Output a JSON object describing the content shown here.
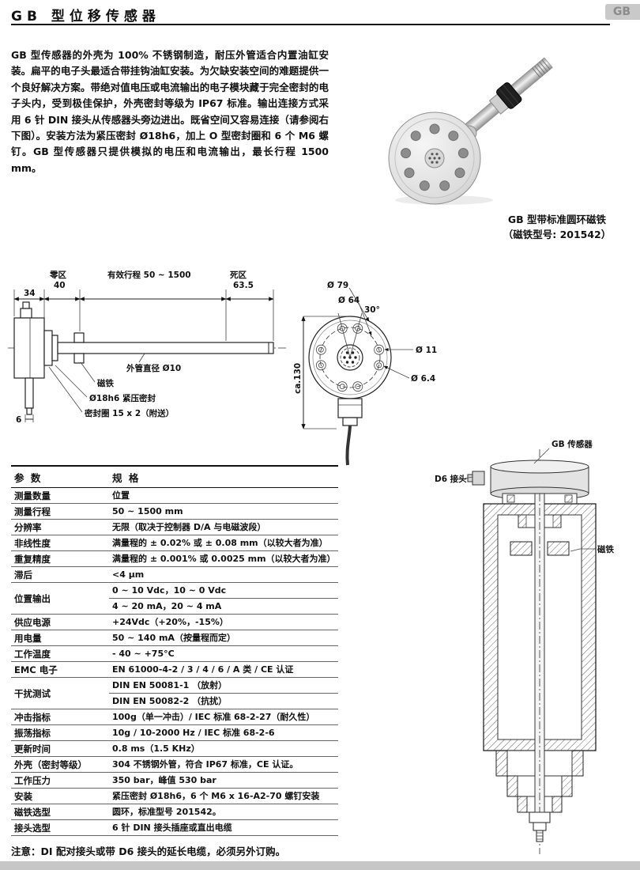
{
  "page": {
    "title": "GB 型位移传感器",
    "corner_tag": "GB",
    "intro": "GB 型传感器的外壳为 100% 不锈钢制造，耐压外管适合内置油缸安装。扁平的电子头最适合带挂钩油缸安装。为欠缺安装空间的难题提供一个良好解决方案。带绝对值电压或电流输出的电子模块藏于完全密封的电子头内，受到极佳保护，外壳密封等级为 IP67 标准。输出连接方式采用 6 针 DIN 接头从传感器头旁边进出。既省空间又容易连接（请参阅右下图）。安装方法为紧压密封 Ø18h6，加上 O 型密封圈和 6 个 M6 螺钉。GB 型传感器只提供模拟的电压和电流输出，最长行程 1500 mm。",
    "photo_caption_line1": "GB 型带标准圆环磁铁",
    "photo_caption_line2": "（磁铁型号: 201542）",
    "footnote": "注意：DI 配对接头或带 D6 接头的延长电缆，必须另外订购。"
  },
  "side_drawing": {
    "dim_34": "34",
    "zero_zone": "零区",
    "zero_zone_val": "40",
    "stroke_label": "有效行程 50 ~ 1500",
    "dead_zone": "死区",
    "dead_zone_val": "63.5",
    "tube_label": "外管直径 Ø10",
    "magnet_label": "磁铁",
    "seal_label": "Ø18h6 紧压密封",
    "oring_label": "密封圈 15 x 2（附送）",
    "dim_6": "6"
  },
  "front_drawing": {
    "d79": "Ø 79",
    "d64": "Ø 64",
    "angle": "30°",
    "d11": "Ø 11",
    "d6_4": "Ø 6.4",
    "height": "ca.130"
  },
  "section_drawing": {
    "sensor_label": "GB 传感器",
    "connector_label": "D6 接头",
    "magnet_label": "磁铁"
  },
  "spec_table": {
    "headers": [
      "参 数",
      "规 格"
    ],
    "rows": [
      {
        "param": "测量数量",
        "specs": [
          "位置"
        ]
      },
      {
        "param": "测量行程",
        "specs": [
          "50 ~ 1500 mm"
        ]
      },
      {
        "param": "分辨率",
        "specs": [
          "无限（取决于控制器 D/A 与电磁波段）"
        ]
      },
      {
        "param": "非线性度",
        "specs": [
          "满量程的 ± 0.02% 或 ± 0.08 mm（以较大者为准）"
        ]
      },
      {
        "param": "重复精度",
        "specs": [
          "满量程的 ± 0.001% 或 0.0025 mm（以较大者为准）"
        ]
      },
      {
        "param": "滞后",
        "specs": [
          "<4 μm"
        ]
      },
      {
        "param": "位置输出",
        "specs": [
          "0 ~ 10 Vdc，10 ~ 0 Vdc",
          "4 ~ 20 mA，20 ~ 4 mA"
        ]
      },
      {
        "param": "供应电源",
        "specs": [
          "+24Vdc（+20%，-15%）"
        ]
      },
      {
        "param": "用电量",
        "specs": [
          "50 ~ 140 mA（按量程而定）"
        ]
      },
      {
        "param": "工作温度",
        "specs": [
          "- 40 ~ +75°C"
        ]
      },
      {
        "param": "EMC 电子",
        "specs": [
          "EN 61000-4-2 / 3 / 4 / 6 / A 类 / CE 认证"
        ]
      },
      {
        "param": "干扰测试",
        "specs": [
          "DIN EN 50081-1 （放射）",
          "DIN EN 50082-2 （抗扰）"
        ]
      },
      {
        "param": "冲击指标",
        "specs": [
          "100g（单一冲击）/ IEC 标准 68-2-27（耐久性）"
        ]
      },
      {
        "param": "振荡指标",
        "specs": [
          "10g / 10-2000 Hz / IEC 标准 68-2-6"
        ]
      },
      {
        "param": "更新时间",
        "specs": [
          "0.8 ms（1.5 KHz）"
        ]
      },
      {
        "param": "外壳（密封等级）",
        "specs": [
          "304 不锈钢外管，符合 IP67 标准，CE 认证。"
        ]
      },
      {
        "param": "工作压力",
        "specs": [
          "350 bar，峰值 530 bar"
        ]
      },
      {
        "param": "安装",
        "specs": [
          "紧压密封 Ø18h6，6 个 M6 x 16-A2-70 螺钉安装"
        ]
      },
      {
        "param": "磁铁选型",
        "specs": [
          "圆环，标准型号 201542。"
        ]
      },
      {
        "param": "接头选型",
        "specs": [
          "6 针 DIN 接头插座或直出电缆"
        ]
      }
    ]
  }
}
